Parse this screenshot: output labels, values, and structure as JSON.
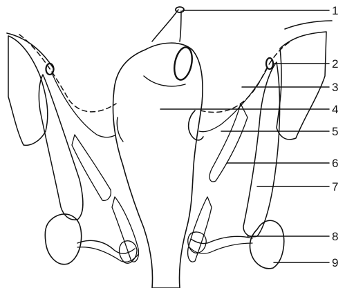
{
  "figure": {
    "callouts": [
      {
        "number": "1"
      },
      {
        "number": "2"
      },
      {
        "number": "3"
      },
      {
        "number": "4"
      },
      {
        "number": "5"
      },
      {
        "number": "6"
      },
      {
        "number": "7"
      },
      {
        "number": "8"
      },
      {
        "number": "9"
      }
    ]
  },
  "colors": {
    "ink": "#111111",
    "paper": "#ffffff"
  }
}
